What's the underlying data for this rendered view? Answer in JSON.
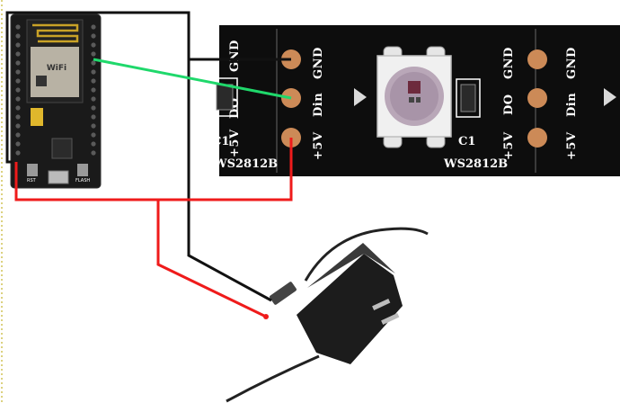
{
  "strip": {
    "pads_left": [
      "GND",
      "Din",
      "+5V"
    ],
    "pads_right": [
      "GND",
      "DO",
      "+5V"
    ],
    "pads_far_right": [
      "GND",
      "Din",
      "+5V"
    ],
    "pads_right_partial": [
      "GND",
      "DO",
      "+5V"
    ],
    "capacitor_label": "C1",
    "chip_label": "WS2812B"
  },
  "mcu": {
    "module_text": "WiFi",
    "rst_label": "RST",
    "flash_label": "FLASH"
  },
  "colors": {
    "strip_bg": "#0d0d0d",
    "pad": "#cc8a57",
    "wire_power": "#ef1b1b",
    "wire_ground": "#111111",
    "wire_data": "#1fd86b",
    "board": "#1a1a1a",
    "adapter": "#1c1c1c"
  }
}
